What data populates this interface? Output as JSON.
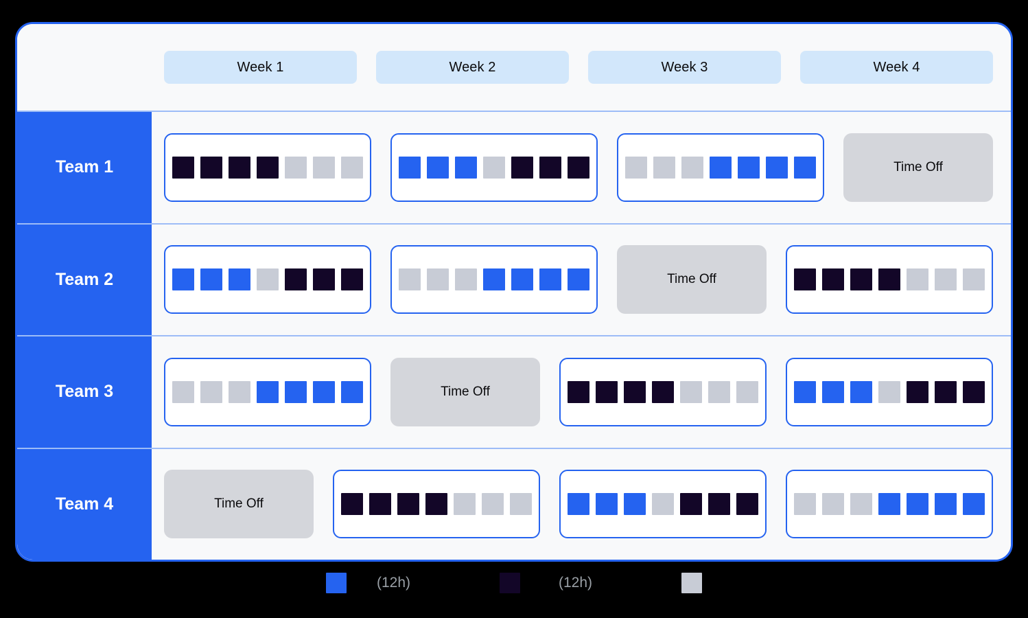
{
  "theme": {
    "accent_blue": "#2563f0",
    "night_navy": "#130628",
    "off_gray": "#c8ccd6",
    "timeoff_bg": "#d4d6db",
    "week_pill_bg": "#d2e7fb",
    "card_bg": "#f8f9fa",
    "page_bg": "#000000"
  },
  "header": {
    "weeks": [
      {
        "label": "Week 1"
      },
      {
        "label": "Week 2"
      },
      {
        "label": "Week 3"
      },
      {
        "label": "Week 4"
      }
    ]
  },
  "timeoff_label": "Time Off",
  "rows": [
    {
      "team": "Team 1",
      "cells": [
        {
          "type": "shifts",
          "shifts": [
            "night",
            "night",
            "night",
            "night",
            "off",
            "off",
            "off"
          ]
        },
        {
          "type": "shifts",
          "shifts": [
            "day",
            "day",
            "day",
            "off",
            "night",
            "night",
            "night"
          ]
        },
        {
          "type": "shifts",
          "shifts": [
            "off",
            "off",
            "off",
            "day",
            "day",
            "day",
            "day"
          ]
        },
        {
          "type": "timeoff",
          "label": "Time Off"
        }
      ]
    },
    {
      "team": "Team 2",
      "cells": [
        {
          "type": "shifts",
          "shifts": [
            "day",
            "day",
            "day",
            "off",
            "night",
            "night",
            "night"
          ]
        },
        {
          "type": "shifts",
          "shifts": [
            "off",
            "off",
            "off",
            "day",
            "day",
            "day",
            "day"
          ]
        },
        {
          "type": "timeoff",
          "label": "Time Off"
        },
        {
          "type": "shifts",
          "shifts": [
            "night",
            "night",
            "night",
            "night",
            "off",
            "off",
            "off"
          ]
        }
      ]
    },
    {
      "team": "Team 3",
      "cells": [
        {
          "type": "shifts",
          "shifts": [
            "off",
            "off",
            "off",
            "day",
            "day",
            "day",
            "day"
          ]
        },
        {
          "type": "timeoff",
          "label": "Time Off"
        },
        {
          "type": "shifts",
          "shifts": [
            "night",
            "night",
            "night",
            "night",
            "off",
            "off",
            "off"
          ]
        },
        {
          "type": "shifts",
          "shifts": [
            "day",
            "day",
            "day",
            "off",
            "night",
            "night",
            "night"
          ]
        }
      ]
    },
    {
      "team": "Team 4",
      "cells": [
        {
          "type": "timeoff",
          "label": "Time Off"
        },
        {
          "type": "shifts",
          "shifts": [
            "night",
            "night",
            "night",
            "night",
            "off",
            "off",
            "off"
          ]
        },
        {
          "type": "shifts",
          "shifts": [
            "day",
            "day",
            "day",
            "off",
            "night",
            "night",
            "night"
          ]
        },
        {
          "type": "shifts",
          "shifts": [
            "off",
            "off",
            "off",
            "day",
            "day",
            "day",
            "day"
          ]
        }
      ]
    }
  ],
  "legend": {
    "items": [
      {
        "swatch": "day",
        "text": "(12h)"
      },
      {
        "swatch": "night",
        "text": "(12h)"
      },
      {
        "swatch": "off",
        "text": ""
      }
    ]
  }
}
